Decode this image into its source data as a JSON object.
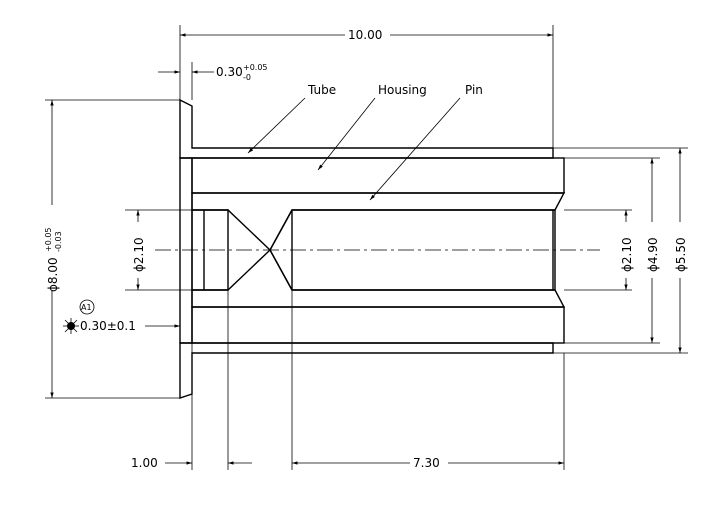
{
  "dimensions": {
    "overall_length": "10.00",
    "flange_thickness": "0.30",
    "flange_thickness_tol_upper": "+0.05",
    "flange_thickness_tol_lower": "-0",
    "outer_diameter": "ϕ8.00",
    "outer_diameter_tol_upper": "+0.05",
    "outer_diameter_tol_lower": "-0.03",
    "bore_left": "ϕ2.10",
    "bore_right": "ϕ2.10",
    "housing_diameter": "ϕ4.90",
    "tube_diameter": "ϕ5.50",
    "pin_offset": "1.00",
    "pin_length": "7.30",
    "datum_label": "A1",
    "datum_value": "0.30±0.1"
  },
  "labels": {
    "tube": "Tube",
    "housing": "Housing",
    "pin": "Pin"
  }
}
